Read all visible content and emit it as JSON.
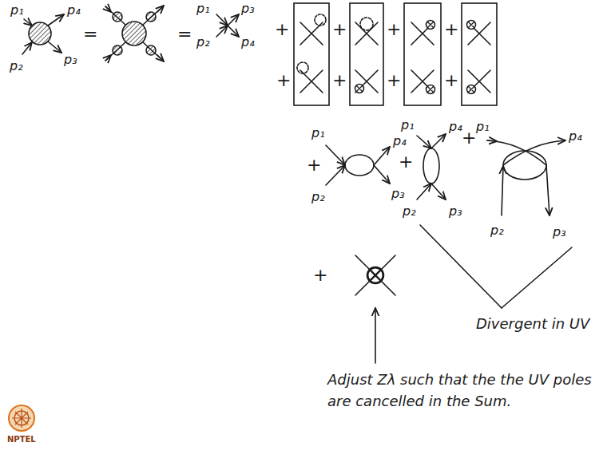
{
  "diagram": {
    "labels": [
      "p₁",
      "p₄",
      "p₂",
      "p₃",
      "=",
      "=",
      "p₁",
      "p₃",
      "p₂",
      "p₄",
      "+",
      "+",
      "+",
      "+",
      "+",
      "+",
      "+",
      "+",
      "+",
      "p₁",
      "p₄",
      "p₂",
      "p₃",
      "+",
      "p₁",
      "p₄",
      "p₂",
      "p₃",
      "+",
      "p₁",
      "p₄",
      "p₂",
      "p₃",
      "+",
      "Divergent in UV",
      "Adjust Zλ such that the the UV poles are cancelled in the Sum.",
      "NPTEL"
    ]
  }
}
